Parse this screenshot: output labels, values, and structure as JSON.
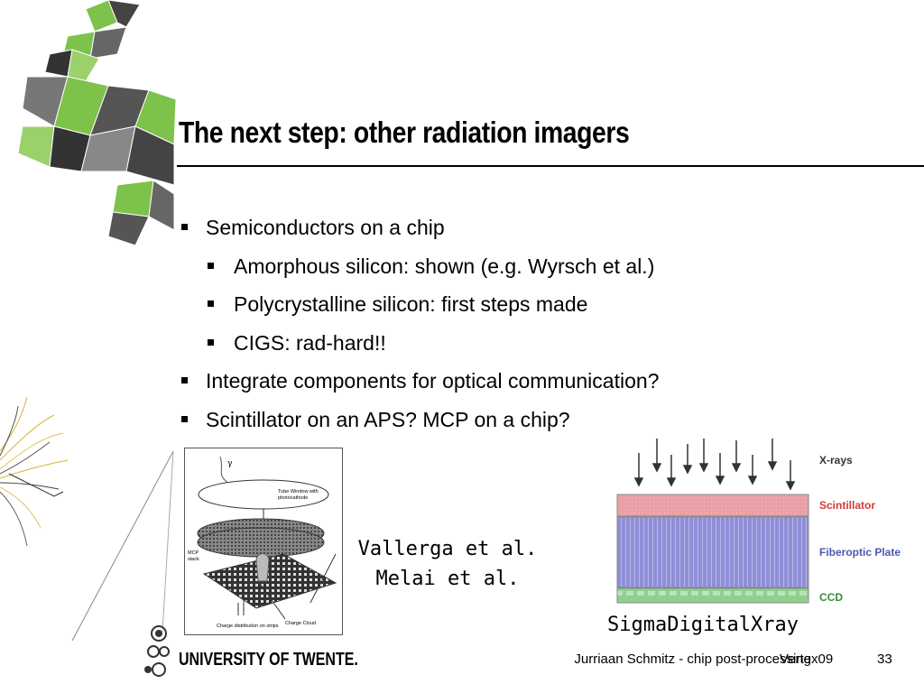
{
  "slide": {
    "title": "The next step: other radiation imagers",
    "bullets": [
      {
        "level": 1,
        "text": "Semiconductors on a chip"
      },
      {
        "level": 2,
        "text": "Amorphous silicon: shown (e.g. Wyrsch et al.)"
      },
      {
        "level": 2,
        "text": "Polycrystalline silicon: first steps made"
      },
      {
        "level": 2,
        "text": "CIGS: rad-hard!!"
      },
      {
        "level": 1,
        "text": "Integrate components for optical communication?"
      },
      {
        "level": 1,
        "text": "Scintillator on an APS? MCP on a chip?"
      }
    ]
  },
  "figure_left": {
    "gamma": "γ",
    "tube_window_1": "Tube Window with",
    "tube_window_2": "photocathode",
    "mcp_1": "MCP",
    "mcp_2": "stack",
    "charge_cloud": "Charge Cloud",
    "charge_distribution": "Charge distribution on strips",
    "citation_1": "Vallerga et al.",
    "citation_2": "Melai et al."
  },
  "figure_right": {
    "xrays": "X-rays",
    "scintillator": "Scintillator",
    "fiberoptic": "Fiberoptic Plate",
    "ccd": "CCD",
    "caption": "SigmaDigitalXray",
    "colors": {
      "scintillator": "#e8a0a6",
      "fiberoptic": "#8f8fd6",
      "ccd": "#8fd08f",
      "label_red": "#d23a3a",
      "label_blue": "#4a5ab0",
      "label_green": "#3a8a3a"
    }
  },
  "footer": {
    "university": "UNIVERSITY OF TWENTE.",
    "presenter": "Jurriaan Schmitz - chip post-processing",
    "conference": "Vertex09",
    "page": "33"
  },
  "colors": {
    "accent_green": "#7dc24b",
    "dark_grey": "#505050"
  }
}
